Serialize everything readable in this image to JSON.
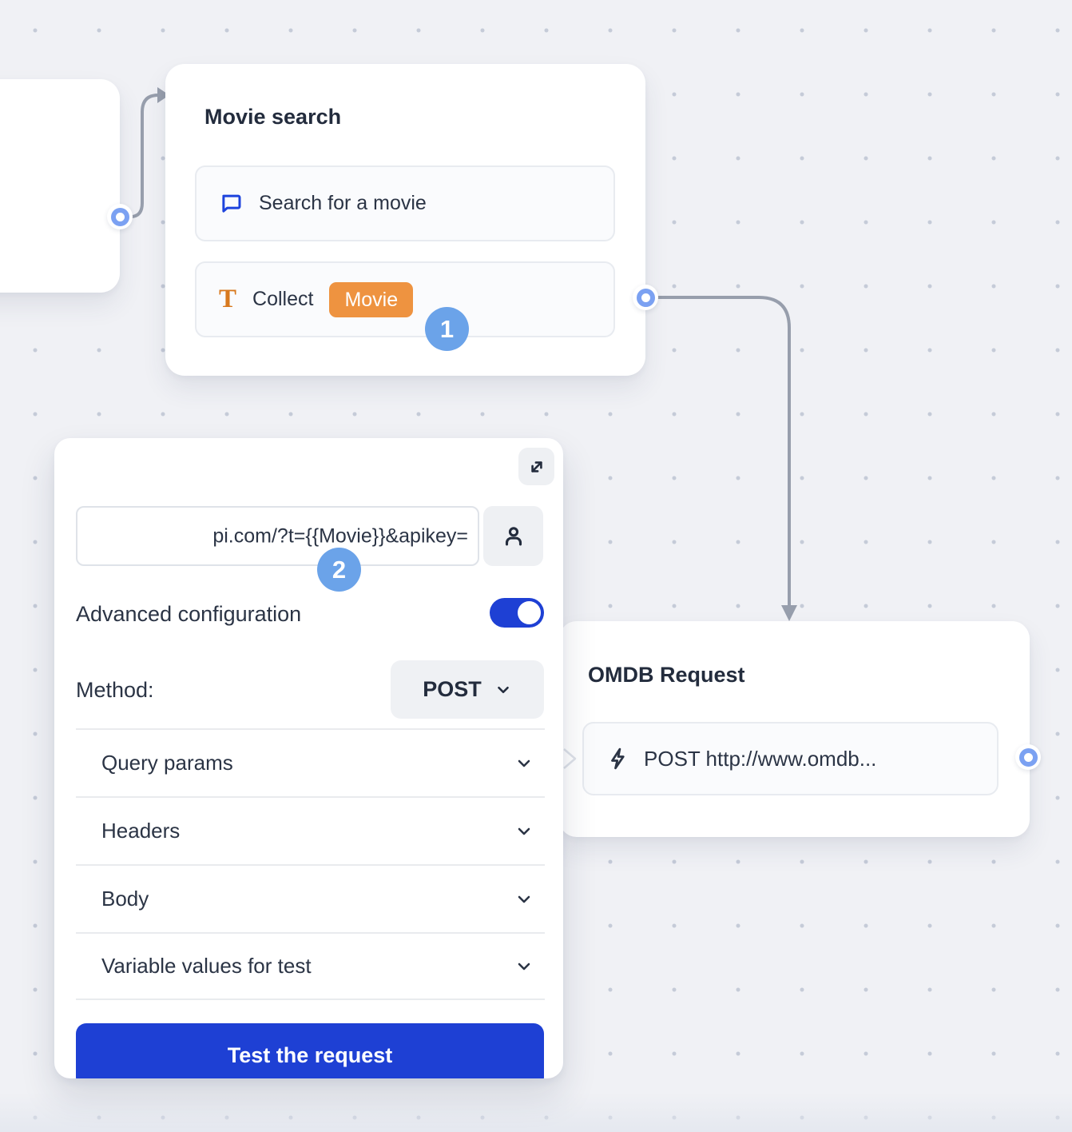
{
  "colors": {
    "accent_blue": "#1e40d4",
    "badge_blue": "#6ba3e9",
    "port_blue": "#7ba1f2",
    "chip_orange": "#ee9340",
    "icon_orange": "#d8791e",
    "icon_blue": "#1d43dd",
    "text_dark": "#2b3445",
    "wire_gray": "#979eac",
    "canvas_bg": "#f0f1f5"
  },
  "movie_search_node": {
    "title": "Movie search",
    "items": [
      {
        "icon": "chat-bubble-icon",
        "label": "Search for a movie"
      },
      {
        "icon": "text-input-icon",
        "label": "Collect",
        "variable": "Movie"
      }
    ]
  },
  "omdb_node": {
    "title": "OMDB Request",
    "items": [
      {
        "icon": "lightning-icon",
        "label": "POST http://www.omdb..."
      }
    ]
  },
  "panel": {
    "url_value": "pi.com/?t={{Movie}}&apikey=",
    "advanced_label": "Advanced configuration",
    "method_label": "Method:",
    "method_value": "POST",
    "sections": [
      {
        "label": "Query params"
      },
      {
        "label": "Headers"
      },
      {
        "label": "Body"
      },
      {
        "label": "Variable values for test"
      }
    ],
    "test_button_label": "Test the request"
  },
  "step_badges": [
    {
      "number": "1"
    },
    {
      "number": "2"
    }
  ]
}
